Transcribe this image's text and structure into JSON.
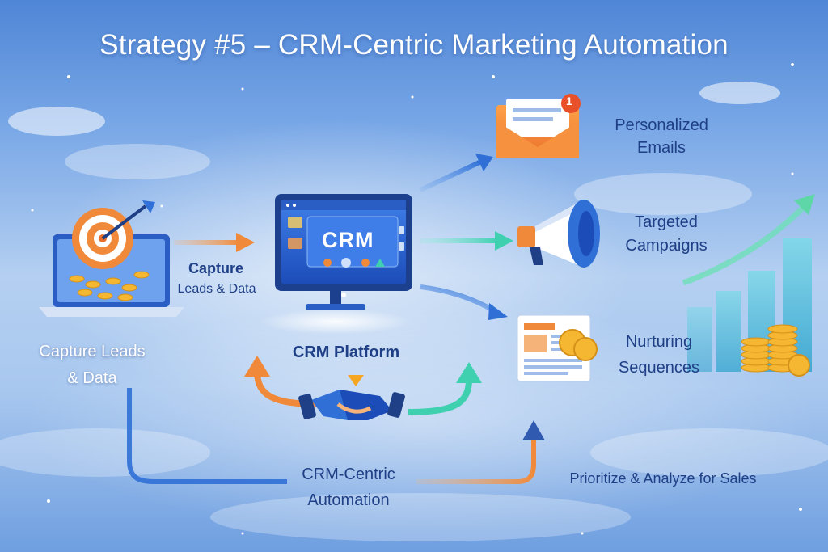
{
  "title": "Strategy #5 – CRM-Centric Marketing Automation",
  "capture": {
    "heading": "Capture",
    "sub": "Leads & Data",
    "bottom_line1": "Capture Leads",
    "bottom_line2": "& Data"
  },
  "crm": {
    "screen": "CRM",
    "label": "CRM Platform"
  },
  "outputs": {
    "emails_line1": "Personalized",
    "emails_line2": "Emails",
    "campaigns_line1": "Targeted",
    "campaigns_line2": "Campaigns",
    "nurturing_line1": "Nurturing",
    "nurturing_line2": "Sequences"
  },
  "automation": {
    "line1": "CRM-Centric",
    "line2": "Automation"
  },
  "prioritize": "Prioritize & Analyze for Sales",
  "email_badge": "1",
  "colors": {
    "orange": "#f08a3a",
    "teal": "#3fd0b0",
    "navy": "#1f3f86",
    "blue": "#2f6fd6"
  }
}
